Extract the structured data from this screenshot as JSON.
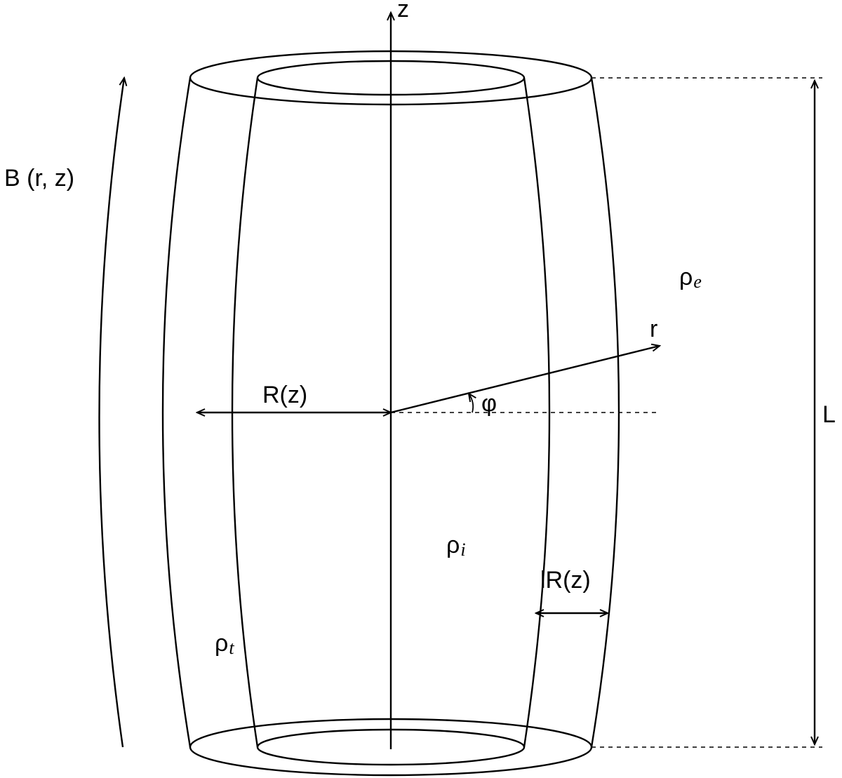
{
  "labels": {
    "z_axis": "z",
    "r_axis": "r",
    "field": "B (r, z)",
    "radius": "R(z)",
    "angle": "φ",
    "length": "L",
    "layer": "lR(z)",
    "rho_symbol": "ρ",
    "rho_e_sub": "e",
    "rho_i_sub": "i",
    "rho_t_sub": "t"
  },
  "colors": {
    "stroke": "#000000",
    "background": "#ffffff"
  }
}
